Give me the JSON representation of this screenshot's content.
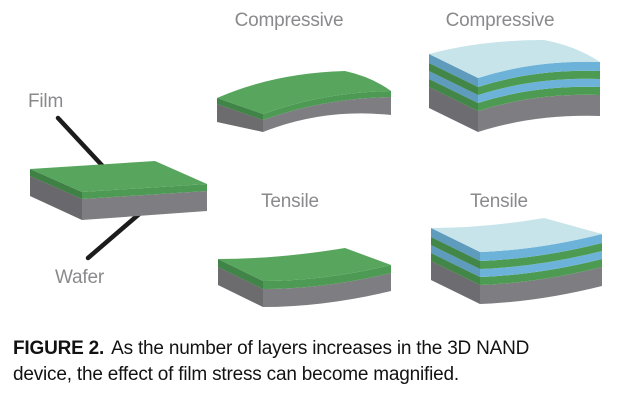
{
  "figure": {
    "annotations": {
      "film_label": "Film",
      "wafer_label": "Wafer"
    },
    "panels": {
      "single_layer": {
        "top_label": "Compressive",
        "bottom_label": "Tensile"
      },
      "multi_layer": {
        "top_label": "Compressive",
        "bottom_label": "Tensile"
      }
    },
    "caption": {
      "tag": "FIGURE 2.",
      "text": "As the number of layers increases in the 3D NAND device, the effect of film stress can become magnified."
    },
    "colors": {
      "background": "#ffffff",
      "film_green_top": "#58a65e",
      "film_green_front": "#4c9a53",
      "layer_green": "#4d9b53",
      "layer_blue": "#6db3d9",
      "layer_pale_blue": "#c6e4e9",
      "wafer_gray": "#7e7e82",
      "label_gray": "#8a8a8d",
      "caption_text": "#121212",
      "arrow_black": "#1c1c1c"
    }
  }
}
